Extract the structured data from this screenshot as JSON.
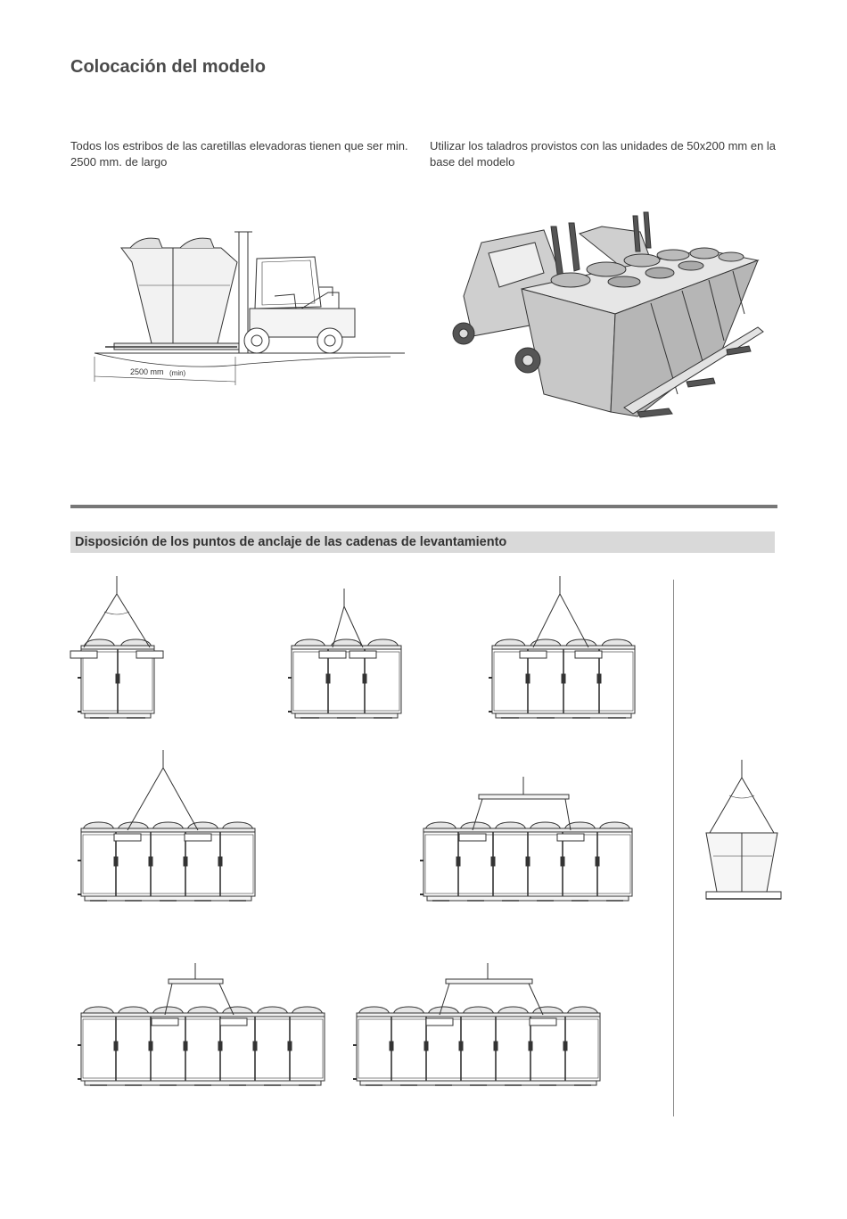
{
  "page": {
    "title": "Colocación del modelo",
    "caption_left": "Todos los estribos de las caretillas elevadoras tienen que ser min. 2500 mm. de largo",
    "caption_right": "Utilizar los taladros provistos con las unidades de 50x200 mm en la base del modelo",
    "section_title": "Disposición de los puntos de anclaje de las cadenas de levantamiento"
  },
  "forklift_figure": {
    "dimension_value": "2500 mm",
    "dimension_qualifier": "(min)"
  },
  "colors": {
    "line": "#333333",
    "header_bg": "#d9d9d9",
    "divider": "#777777",
    "unit_fill": "#d4d4d4"
  }
}
